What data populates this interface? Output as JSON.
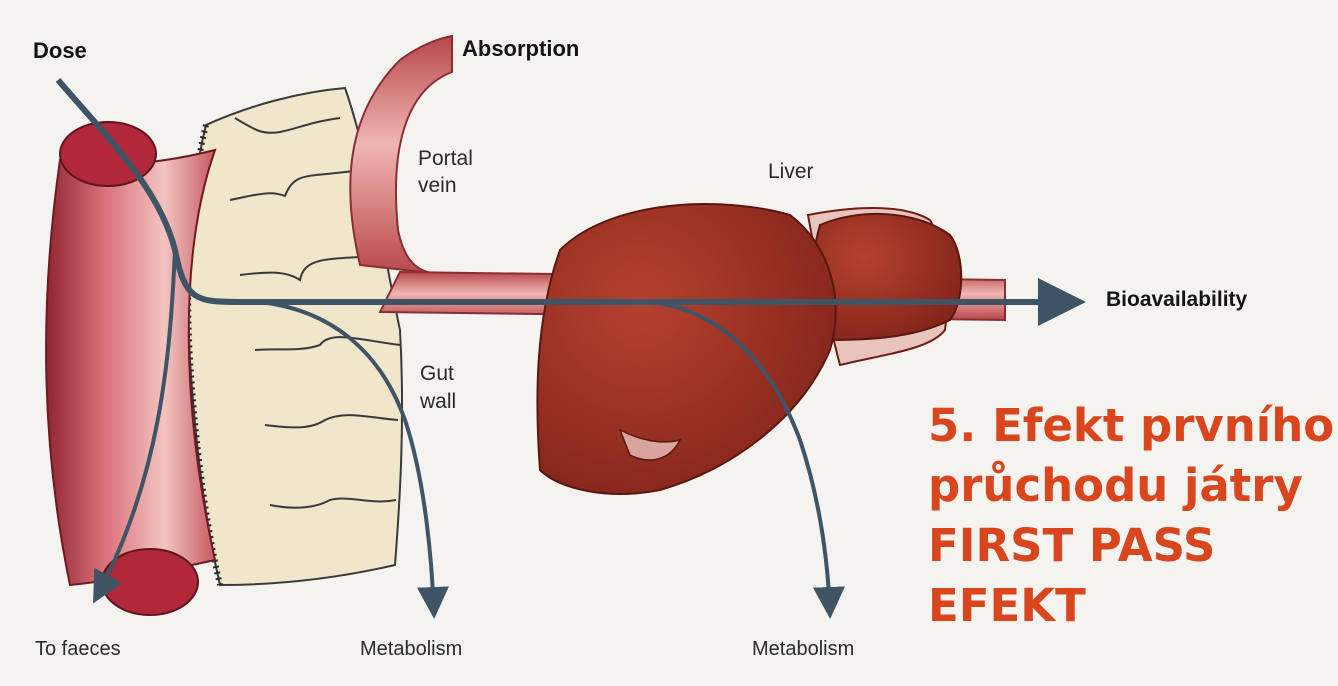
{
  "labels": {
    "dose": "Dose",
    "absorption": "Absorption",
    "portal_vein_line1": "Portal",
    "portal_vein_line2": "vein",
    "liver": "Liver",
    "gut_wall_line1": "Gut",
    "gut_wall_line2": "wall",
    "bioavailability": "Bioavailability",
    "to_faeces": "To faeces",
    "metabolism_gut": "Metabolism",
    "metabolism_liver": "Metabolism"
  },
  "title": {
    "line1": "5. Efekt prvního",
    "line2": "průchodu játry",
    "line3": "FIRST PASS",
    "line4": "EFEKT"
  },
  "colors": {
    "title": "#d9451c",
    "arrow": "#3f5566",
    "liver": "#9b2f22",
    "intestine": "#d9727a",
    "gut_wall": "#efe6cc",
    "background": "#f4f3f0"
  }
}
